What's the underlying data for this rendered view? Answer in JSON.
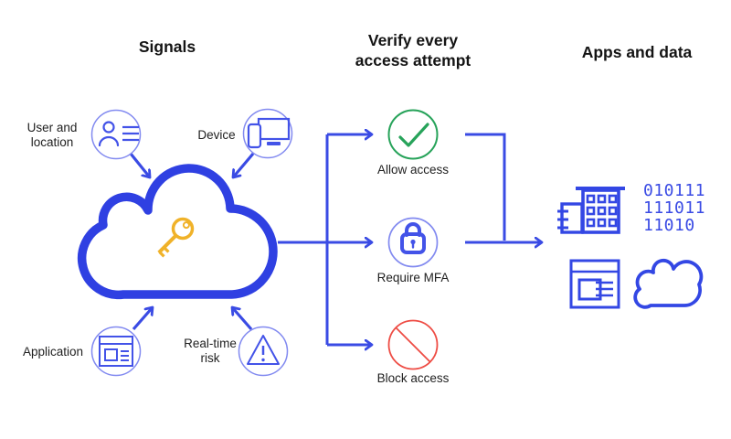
{
  "headers": {
    "signals": "Signals",
    "verify_line1": "Verify every",
    "verify_line2": "access attempt",
    "apps_data": "Apps and data"
  },
  "signals": {
    "user_location": {
      "label_line1": "User and",
      "label_line2": "location",
      "icon": "user-contact-card-icon"
    },
    "device": {
      "label": "Device",
      "icon": "desktop-and-phone-icon"
    },
    "application": {
      "label": "Application",
      "icon": "app-window-icon"
    },
    "realtime_risk": {
      "label_line1": "Real-time",
      "label_line2": "risk",
      "icon": "warning-triangle-icon"
    }
  },
  "hub": {
    "icon": "cloud-with-key-icon"
  },
  "outcomes": {
    "allow": {
      "label": "Allow access",
      "icon": "check-circle-icon"
    },
    "require_mfa": {
      "label": "Require MFA",
      "icon": "lock-circle-icon"
    },
    "block": {
      "label": "Block access",
      "icon": "no-entry-icon"
    }
  },
  "apps_and_data": {
    "binary_rows": [
      "010111",
      "111011",
      "11010"
    ],
    "icons": [
      "buildings-icon",
      "binary-data-icon",
      "app-window-icon",
      "cloud-icon"
    ]
  },
  "colors": {
    "primary_blue": "#2f40e2",
    "arrow_blue": "#3a4be4",
    "circle_outline_blue": "#828af0",
    "icon_blue": "#4353e8",
    "green": "#27a35a",
    "red": "#ee4c44",
    "gold": "#f0b229",
    "text": "#1f1f1f"
  }
}
